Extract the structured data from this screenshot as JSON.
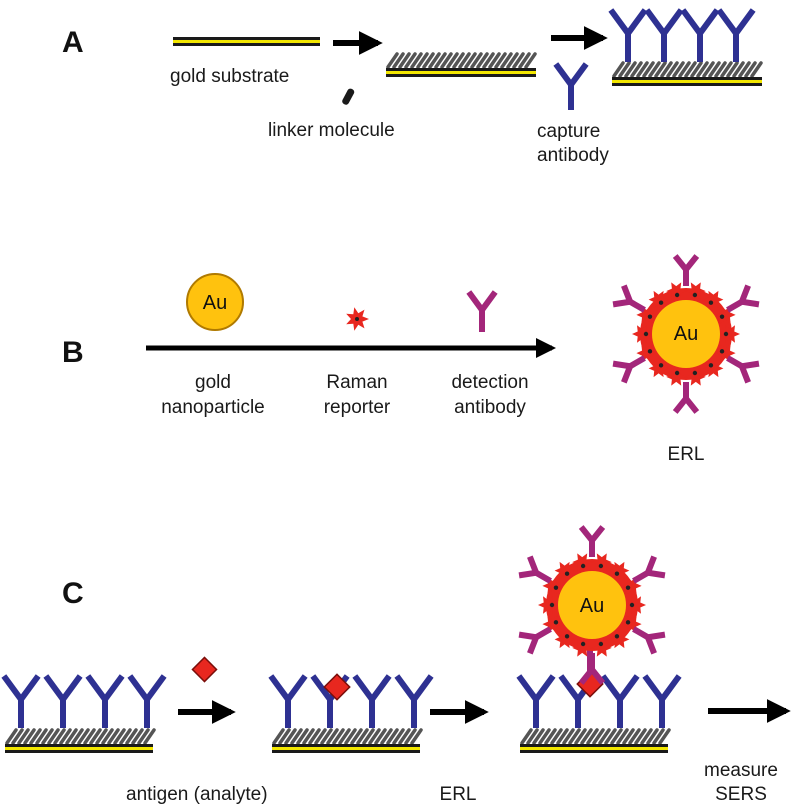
{
  "panels": {
    "a": "A",
    "b": "B",
    "c": "C"
  },
  "panel_a": {
    "gold_substrate": "gold substrate",
    "linker_molecule": "linker molecule",
    "capture_line1": "capture",
    "capture_line2": "antibody"
  },
  "panel_b": {
    "au": "Au",
    "gold_line1": "gold",
    "gold_line2": "nanoparticle",
    "raman_line1": "Raman",
    "raman_line2": "reporter",
    "detection_line1": "detection",
    "detection_line2": "antibody",
    "erl_au": "Au",
    "erl": "ERL"
  },
  "panel_c": {
    "antigen": "antigen (analyte)",
    "erl": "ERL",
    "au": "Au",
    "measure_line1": "measure",
    "measure_line2": "SERS"
  },
  "colors": {
    "capture_antibody": "#2e3192",
    "detection_antibody": "#a3267a",
    "gold": "#ffc20e",
    "gold_stroke": "#b07a00",
    "reporter": "#e8271f",
    "antigen": "#e8271f",
    "substrate_stripe": "#f2e600",
    "linker": "#555555"
  }
}
